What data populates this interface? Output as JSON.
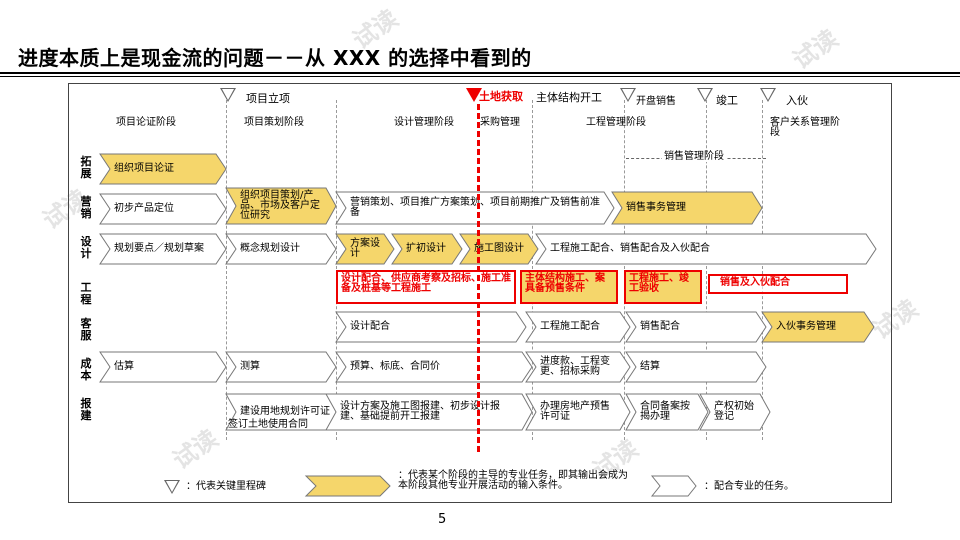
{
  "title": "进度本质上是现金流的问题－－从 XXX 的选择中看到的",
  "milestones": [
    {
      "label": "项目立项"
    },
    {
      "label": "土地获取"
    },
    {
      "label": "主体结构开工"
    },
    {
      "label": "开盘销售"
    },
    {
      "label": "竣工"
    },
    {
      "label": "入伙"
    }
  ],
  "phases": [
    "项目论证阶段",
    "项目策划阶段",
    "设计管理阶段",
    "采购管理",
    "工程管理阶段",
    "客户关系管理阶段"
  ],
  "sales_phase_label": "销售管理阶段",
  "rows": [
    "拓展",
    "营销",
    "设计",
    "工程",
    "客服",
    "成本",
    "报建"
  ],
  "cells": {
    "expand_1": "组织项目论证",
    "market_1": "初步产品定位",
    "market_2": "组织项目策划/产品、市场及客户定位研究",
    "market_3": "营销策划、项目推广方案策划、项目前期推广及销售前准备",
    "market_4": "销售事务管理",
    "design_1": "规划要点／规划草案",
    "design_2": "概念规划设计",
    "design_3": "方案设计",
    "design_4": "扩初设计",
    "design_5": "施工图设计",
    "design_6": "工程施工配合、销售配合及入伙配合",
    "eng_1": "设计配合、供应商考察及招标、施工准备及桩基等工程施工",
    "eng_2": "主体结构施工、案具备预售条件",
    "eng_3": "工程施工、竣工验收",
    "eng_4": "销售及入伙配合",
    "cs_1": "设计配合",
    "cs_2": "工程施工配合",
    "cs_3": "销售配合",
    "cs_4": "入伙事务管理",
    "cost_1": "估算",
    "cost_2": "测算",
    "cost_3": "预算、标底、合同价",
    "cost_4": "进度款、工程变更、招标采购",
    "cost_5": "结算",
    "permit_1": "建设用地规划许可证",
    "permit_1b": "签订土地使用合同",
    "permit_2": "设计方案及施工图报建、初步设计报建、基础提前开工报建",
    "permit_3": "办理房地产预售许可证",
    "permit_4": "合同备案按揭办理",
    "permit_5": "产权初始登记"
  },
  "legend": {
    "milestone": "：代表关键里程碑",
    "lead": "：代表某个阶段的主导的专业任务，即其输出会成为本阶段其他专业开展活动的输入条件。",
    "support": "：配合专业的任务。"
  },
  "watermark": "试读",
  "page_number": "5",
  "colors": {
    "yellow": "#f5d66b",
    "red": "#e00000",
    "grey": "#666666"
  }
}
